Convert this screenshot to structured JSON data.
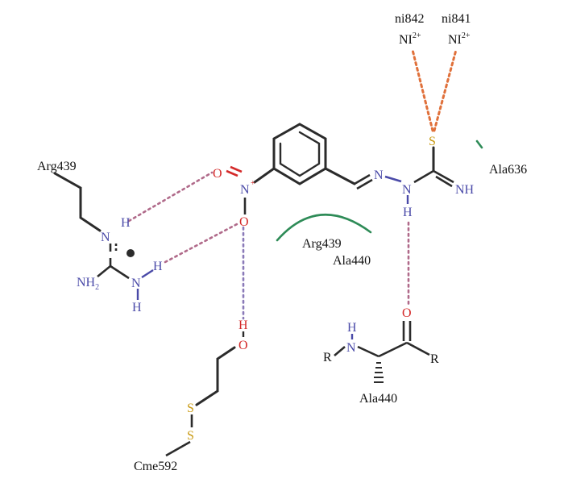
{
  "colors": {
    "nitrogen": "#4a4aa8",
    "oxygen": "#d42a2a",
    "sulfur": "#c99a12",
    "carbon_bond": "#2b2b2b",
    "hbond": "#b06a8a",
    "metal_bond": "#e0703a",
    "hydrophobic": "#2e8b57",
    "text": "#111111"
  },
  "residues": {
    "ni842": "ni842",
    "ni841": "ni841",
    "ni_ion_1": "NI",
    "ni_ion_2": "NI",
    "ni_charge": "2+",
    "arg439_top": "Arg439",
    "ala636": "Ala636",
    "arg439_mid": "Arg439",
    "ala440_mid": "Ala440",
    "ala440_bottom": "Ala440",
    "cme592": "Cme592"
  },
  "atoms": {
    "o_nitro_top": "O",
    "n_nitro": "N",
    "plus": "+",
    "o_nitro_bottom": "O",
    "n_hydrazone_1": "N",
    "n_hydrazone_2": "N",
    "h_hydrazone": "H",
    "s_thio": "S",
    "nh_thio": "NH",
    "arg_n": "N",
    "arg_h1": "H",
    "arg_nh2": "NH",
    "arg_nh2_sub": "2",
    "arg_n2": "N",
    "arg_h2": "H",
    "arg_h3": "H",
    "cme_h": "H",
    "cme_o": "O",
    "cme_s1": "S",
    "cme_s2": "S",
    "ala_h": "H",
    "ala_n": "N",
    "ala_o": "O",
    "ala_r_left": "R",
    "ala_r_right": "R"
  }
}
